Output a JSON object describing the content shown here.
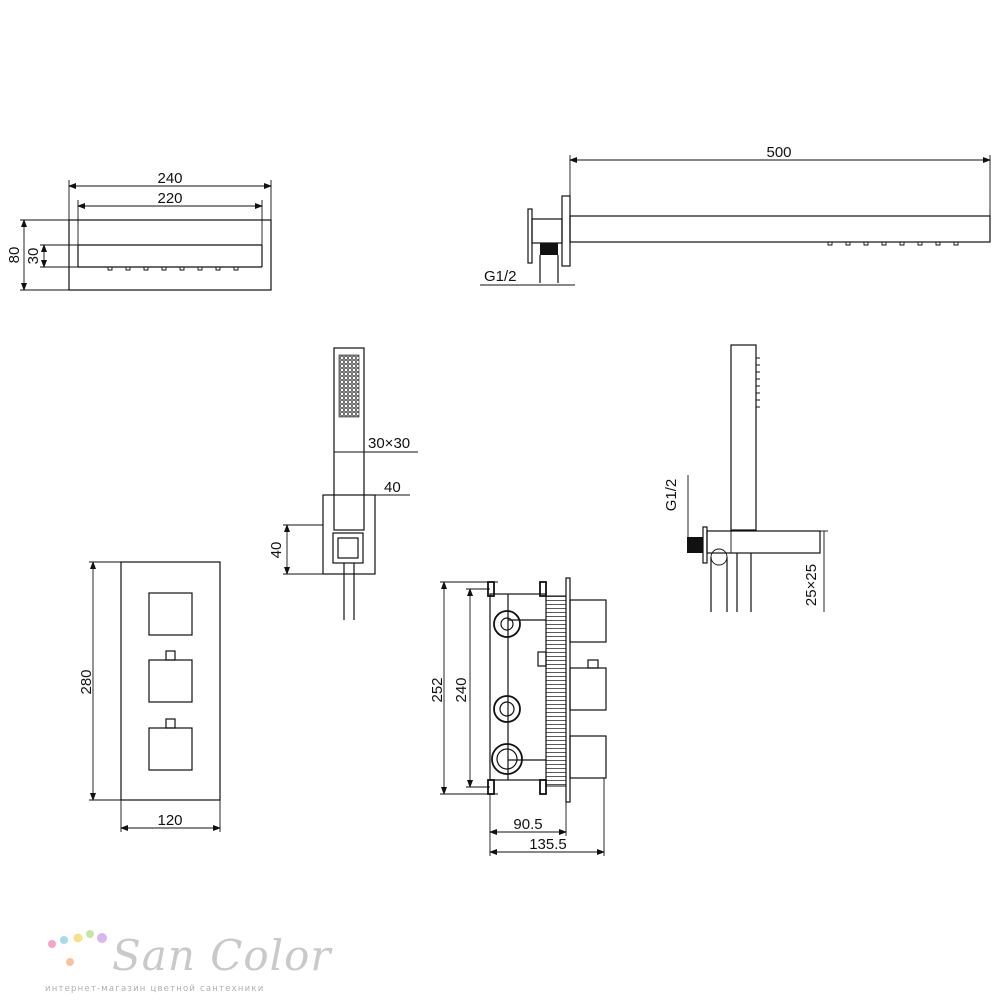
{
  "dimensions": {
    "head_front_outer_width": "240",
    "head_front_inner_width": "220",
    "head_front_height": "80",
    "head_front_inner_height": "30",
    "arm_length": "500",
    "arm_thread": "G1/2",
    "hand_shower_section": "30×30",
    "holder_width": "40",
    "holder_height": "40",
    "outlet_thread": "G1/2",
    "outlet_section": "25×25",
    "trim_plate_height": "280",
    "trim_plate_width": "120",
    "box_outer_height": "252",
    "box_inner_height": "240",
    "box_depth_min": "90.5",
    "box_depth_max": "135.5"
  },
  "logo": {
    "brand": "San Color",
    "tagline": "интернет-магазин цветной сантехники",
    "dot_colors": [
      "#f4a6c8",
      "#a8d8f0",
      "#f7e08a",
      "#c5e6a6",
      "#d7b7ee",
      "#f8c29a"
    ]
  }
}
